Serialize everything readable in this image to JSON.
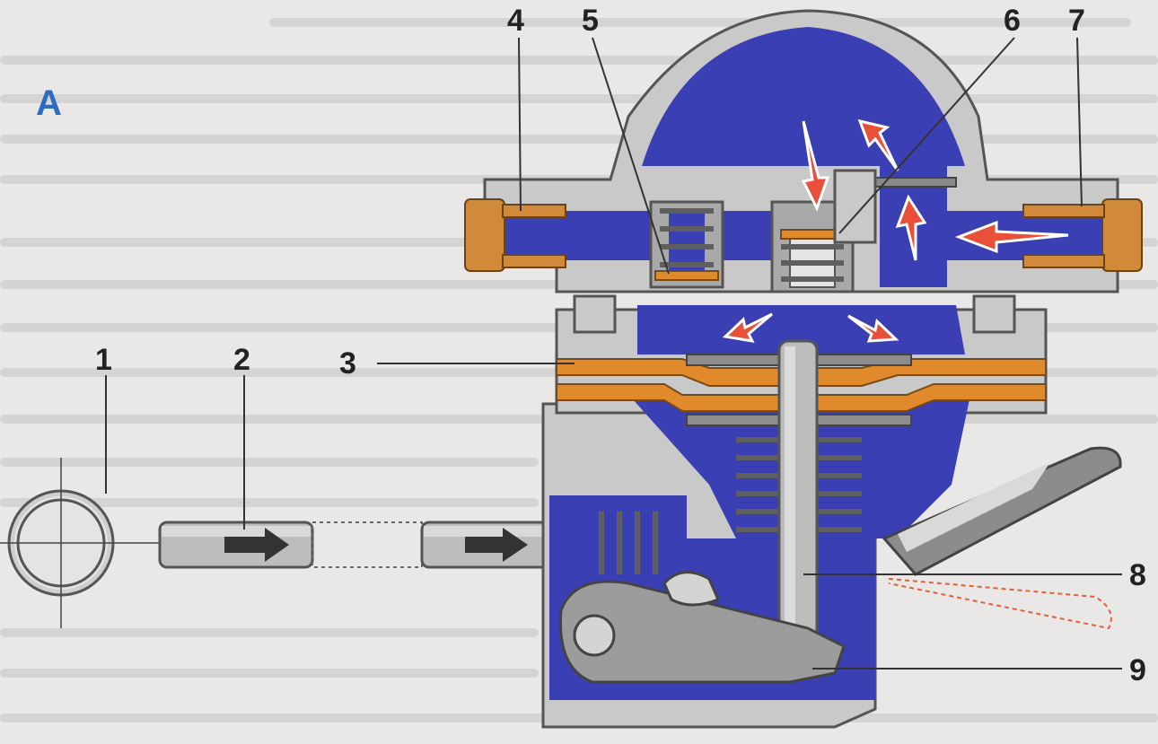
{
  "panel_label": "А",
  "callouts": [
    {
      "id": "1",
      "text": "1"
    },
    {
      "id": "2",
      "text": "2"
    },
    {
      "id": "3",
      "text": "3"
    },
    {
      "id": "4",
      "text": "4"
    },
    {
      "id": "5",
      "text": "5"
    },
    {
      "id": "6",
      "text": "6"
    },
    {
      "id": "7",
      "text": "7"
    },
    {
      "id": "8",
      "text": "8"
    },
    {
      "id": "9",
      "text": "9"
    }
  ],
  "colors": {
    "fuel": "#3a3fb3",
    "diaphragm": "#e08a2c",
    "flow_arrow": "#e8503a",
    "metal": "#c9c9c9",
    "label": "#2e6cc0"
  }
}
